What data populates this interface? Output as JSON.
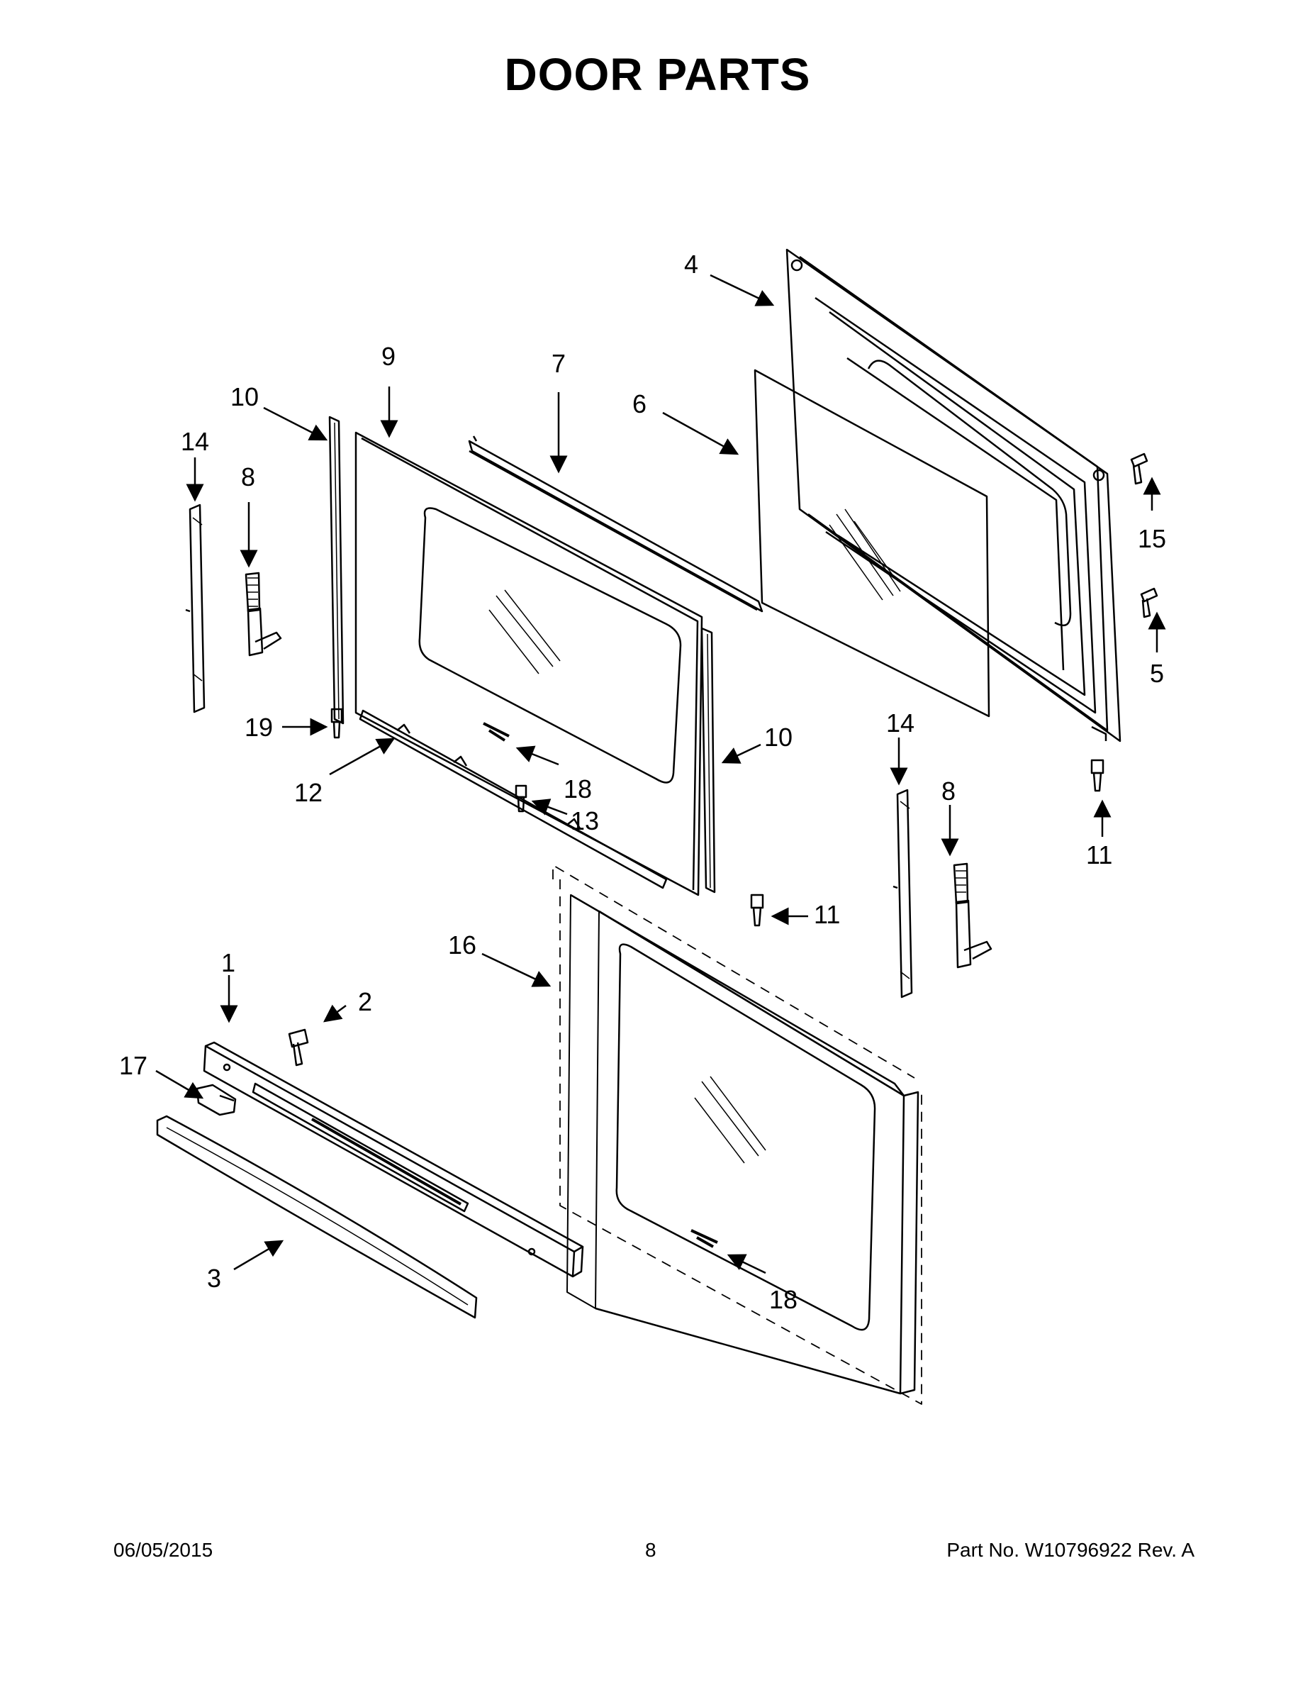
{
  "title": "DOOR PARTS",
  "callouts": {
    "c1": "1",
    "c2": "2",
    "c3": "3",
    "c4": "4",
    "c5": "5",
    "c6": "6",
    "c7": "7",
    "c8a": "8",
    "c8b": "8",
    "c9": "9",
    "c10a": "10",
    "c10b": "10",
    "c11a": "11",
    "c11b": "11",
    "c12": "12",
    "c13": "13",
    "c14a": "14",
    "c14b": "14",
    "c15": "15",
    "c16": "16",
    "c17": "17",
    "c18a": "18",
    "c18b": "18",
    "c19": "19"
  },
  "footer": {
    "date": "06/05/2015",
    "page": "8",
    "part": "Part No.  W10796922  Rev.  A"
  }
}
